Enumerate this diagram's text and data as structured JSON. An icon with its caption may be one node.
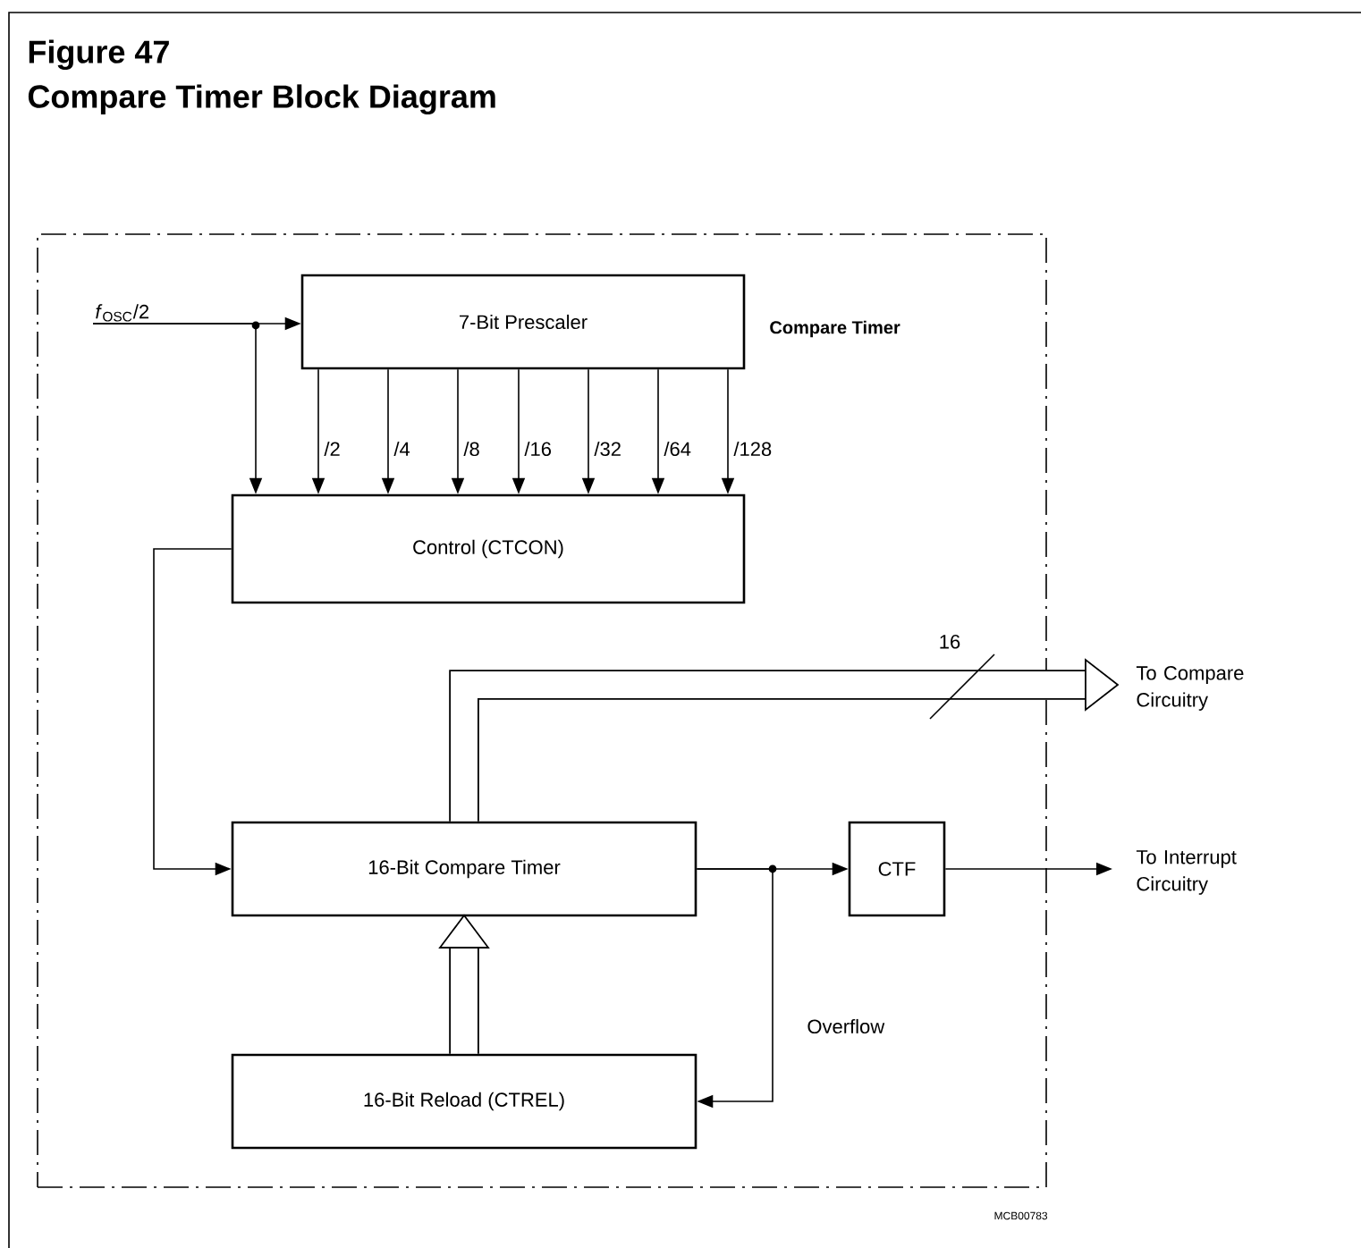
{
  "diagram": {
    "title": "Compare Timer Block Diagram",
    "nodes": [
      {
        "text": [
          "Compare Timer"
        ]
      },
      {
        "text": [
          "*f*$_{OSC}$/2"
        ],
        "in": 0
      },
      {
        "text": [
          "7-Bit Prescaler"
        ],
        "in": 0
      },
      {
        "text": [
          "Control (CTCON)"
        ],
        "in": 0
      },
      {
        "text": [
          "16-Bit Compare Timer"
        ],
        "in": 0
      },
      {
        "text": [
          "CTF"
        ],
        "in": 0
      },
      {
        "text": [
          "16-Bit Reload (CTREL)"
        ],
        "in": 0
      },
      {
        "text": [
          "To Compare Circuitry"
        ]
      },
      {
        "text": [
          "To Interrupt Circuitry"
        ]
      }
    ],
    "edges": [
      {
        "from": 1,
        "to": 2,
        "arrow": "to"
      },
      {
        "from": 1,
        "to": 3,
        "arrow": "to"
      },
      {
        "from": 2,
        "to": 3,
        "arrow": "to",
        "label": "/2"
      },
      {
        "from": 2,
        "to": 3,
        "arrow": "to",
        "label": "/4"
      },
      {
        "from": 2,
        "to": 3,
        "arrow": "to",
        "label": "/8"
      },
      {
        "from": 2,
        "to": 3,
        "arrow": "to",
        "label": "/16"
      },
      {
        "from": 2,
        "to": 3,
        "arrow": "to",
        "label": "/32"
      },
      {
        "from": 2,
        "to": 3,
        "arrow": "to",
        "label": "/64"
      },
      {
        "from": 2,
        "to": 3,
        "arrow": "to",
        "label": "/128"
      },
      {
        "from": 3,
        "to": 4,
        "arrow": "to"
      },
      {
        "from": 4,
        "to": 7,
        "arrow": "to",
        "label": "16",
        "style": "thick"
      },
      {
        "from": 4,
        "to": 5,
        "arrow": "to"
      },
      {
        "from": 4,
        "to": 6,
        "arrow": "to",
        "label": "Overflow"
      },
      {
        "from": 5,
        "to": 8,
        "arrow": "to"
      },
      {
        "from": 6,
        "to": 4,
        "arrow": "to",
        "style": "thick"
      }
    ],
    "labels": [
      "Figure 47",
      "MCB00783"
    ]
  }
}
